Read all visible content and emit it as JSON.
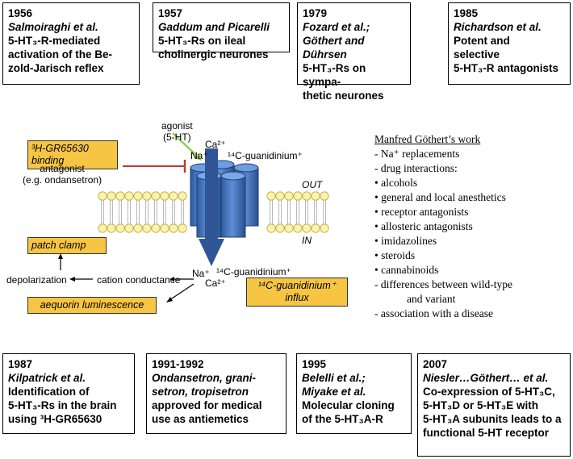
{
  "top_boxes": [
    {
      "year": "1956",
      "author": "Salmoiraghi et al.",
      "lines": [
        "5-HT₃-R-mediated",
        "activation of the Be-",
        "zold-Jarisch reflex"
      ]
    },
    {
      "year": "1957",
      "author": "Gaddum and Picarelli",
      "lines": [
        "5-HT₃-Rs on ileal",
        "cholinergic neurones"
      ]
    },
    {
      "year": "1979",
      "author": "Fozard et al.;",
      "author2": "Göthert and Dührsen",
      "lines": [
        "5-HT₃-Rs on sympa-",
        "thetic neurones"
      ]
    },
    {
      "year": "1985",
      "author": "Richardson et al.",
      "lines": [
        "Potent and",
        "selective",
        "5-HT₃-R  antagonists"
      ]
    }
  ],
  "bottom_boxes": [
    {
      "year": "1987",
      "author": "Kilpatrick  et al.",
      "lines": [
        "Identification of",
        "5-HT₃-Rs in the brain",
        "using ³H-GR65630"
      ]
    },
    {
      "year": "1991-1992",
      "author": "Ondansetron, grani-",
      "author2": "setron, tropisetron",
      "lines": [
        "approved for medical",
        "use as antiemetics"
      ]
    },
    {
      "year": "1995",
      "author": "Belelli et al.;",
      "author2": "Miyake et al.",
      "lines": [
        "Molecular cloning",
        "of  the 5-HT₃A-R"
      ]
    },
    {
      "year": "2007",
      "author": "Niesler…Göthert… et al.",
      "lines": [
        "Co-expression of 5-HT₃C,",
        "5-HT₃D or 5-HT₃E with",
        "5-HT₃A subunits leads to a",
        "functional  5-HT receptor"
      ]
    }
  ],
  "diagram": {
    "binding_box": [
      "³H-GR65630",
      "binding"
    ],
    "patch_clamp": "patch clamp",
    "aequorin": "aequorin luminescence",
    "influx_box": [
      "¹⁴C-guanidinium⁺",
      "influx"
    ],
    "agonist": [
      "agonist",
      "(5-HT)"
    ],
    "antagonist": [
      "antagonist",
      "(e.g. ondansetron)"
    ],
    "ions_top": [
      "Ca²⁺",
      "Na⁺",
      "¹⁴C-guanidinium⁺"
    ],
    "ions_bottom": [
      "Na⁺",
      "Ca²⁺",
      "¹⁴C-guanidinium⁺"
    ],
    "out": "OUT",
    "in": "IN",
    "depolarization": "depolarization",
    "cation": "cation conductance"
  },
  "work": {
    "title": "Manfred Göthert’s work",
    "items": [
      {
        "text": "-  Na⁺ replacements",
        "indent": false
      },
      {
        "text": "-  drug interactions:",
        "indent": false
      },
      {
        "text": "• alcohols",
        "indent": false
      },
      {
        "text": "• general and local anesthetics",
        "indent": false
      },
      {
        "text": "• receptor antagonists",
        "indent": false
      },
      {
        "text": "• allosteric antagonists",
        "indent": false
      },
      {
        "text": "• imidazolines",
        "indent": false
      },
      {
        "text": "• steroids",
        "indent": false
      },
      {
        "text": "• cannabinoids",
        "indent": false
      },
      {
        "text": "- differences between wild-type",
        "indent": false
      },
      {
        "text": "and variant",
        "indent": true
      },
      {
        "text": "- association with a disease",
        "indent": false
      }
    ]
  }
}
